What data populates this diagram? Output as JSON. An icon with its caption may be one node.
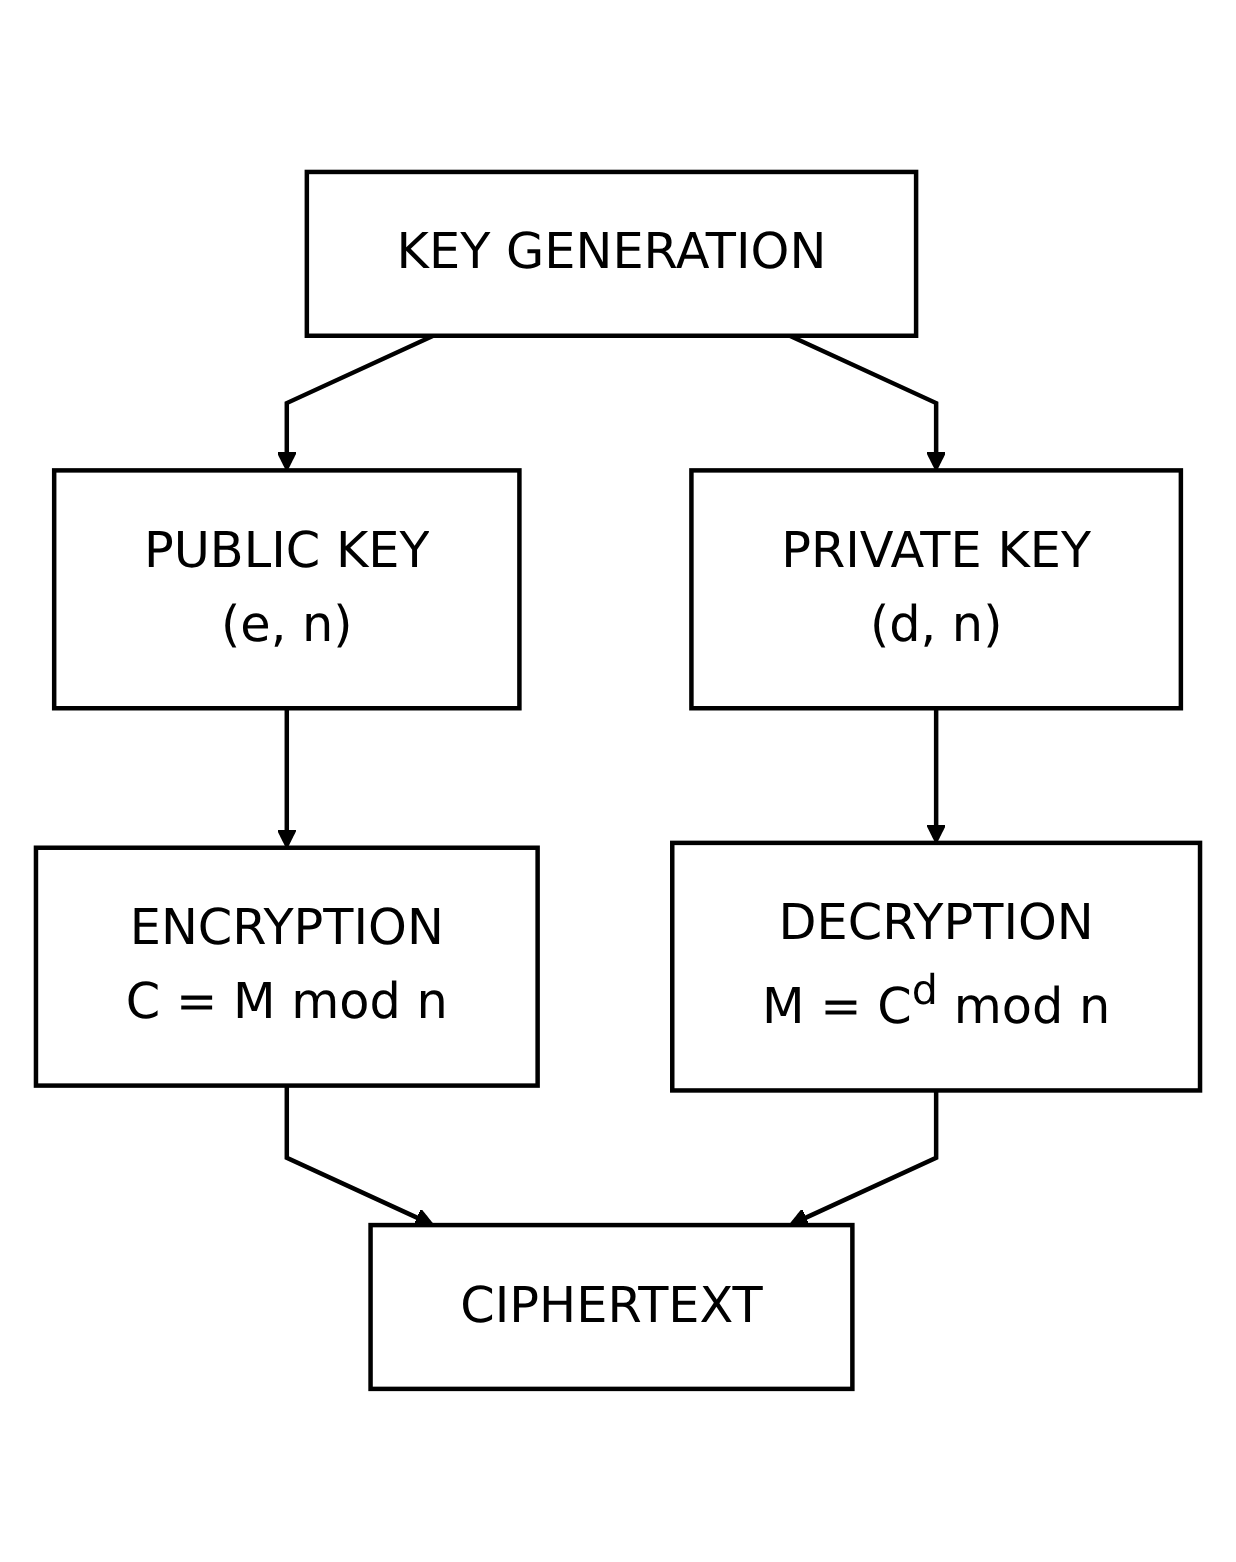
{
  "diagram": {
    "nodes": [
      {
        "text": [
          "KEY GENERATION"
        ]
      },
      {
        "text": [
          "PUBLIC KEY",
          "(e, n)"
        ]
      },
      {
        "text": [
          "PRIVATE KEY",
          "(d, n)"
        ]
      },
      {
        "text": [
          "ENCRYPTION",
          "C = M mod n"
        ]
      },
      {
        "text": [
          "DECRYPTION",
          "M = C$^{d}$ mod n"
        ]
      },
      {
        "text": [
          "CIPHERTEXT"
        ]
      }
    ],
    "edges": [
      {
        "from": 0,
        "to": 1,
        "arrow": "to"
      },
      {
        "from": 0,
        "to": 2,
        "arrow": "to"
      },
      {
        "from": 1,
        "to": 3,
        "arrow": "to"
      },
      {
        "from": 2,
        "to": 4,
        "arrow": "to"
      },
      {
        "from": 3,
        "to": 5,
        "arrow": "to"
      },
      {
        "from": 4,
        "to": 5,
        "arrow": "to"
      }
    ]
  }
}
